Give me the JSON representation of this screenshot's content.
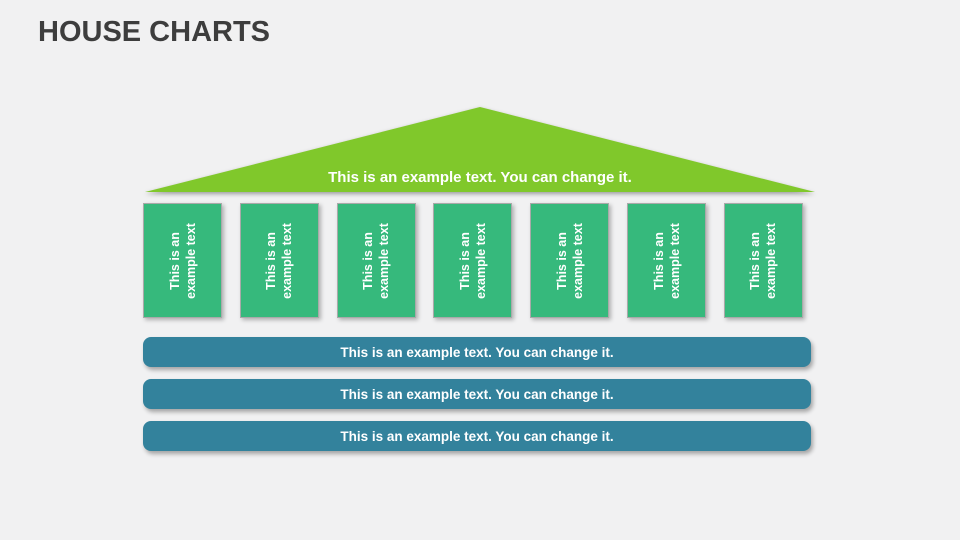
{
  "slide": {
    "title": "HOUSE CHARTS",
    "colors": {
      "background": "#F1F1F2",
      "title_text": "#3D3D3D",
      "roof_green": "#80C82B",
      "pillar_green": "#36B97C",
      "bar_blue": "#33829C",
      "shape_text": "#FFFFFF"
    },
    "house": {
      "roof": {
        "label": "This is an example text. You can change it."
      },
      "pillars": [
        {
          "label": "This is an\nexample text"
        },
        {
          "label": "This is an\nexample text"
        },
        {
          "label": "This is an\nexample text"
        },
        {
          "label": "This is an\nexample text"
        },
        {
          "label": "This is an\nexample text"
        },
        {
          "label": "This is an\nexample text"
        },
        {
          "label": "This is an\nexample text"
        }
      ],
      "bars": [
        {
          "label": "This is an example text. You can change it."
        },
        {
          "label": "This is an example text. You can change it."
        },
        {
          "label": "This is an example text. You can change it."
        }
      ]
    }
  }
}
